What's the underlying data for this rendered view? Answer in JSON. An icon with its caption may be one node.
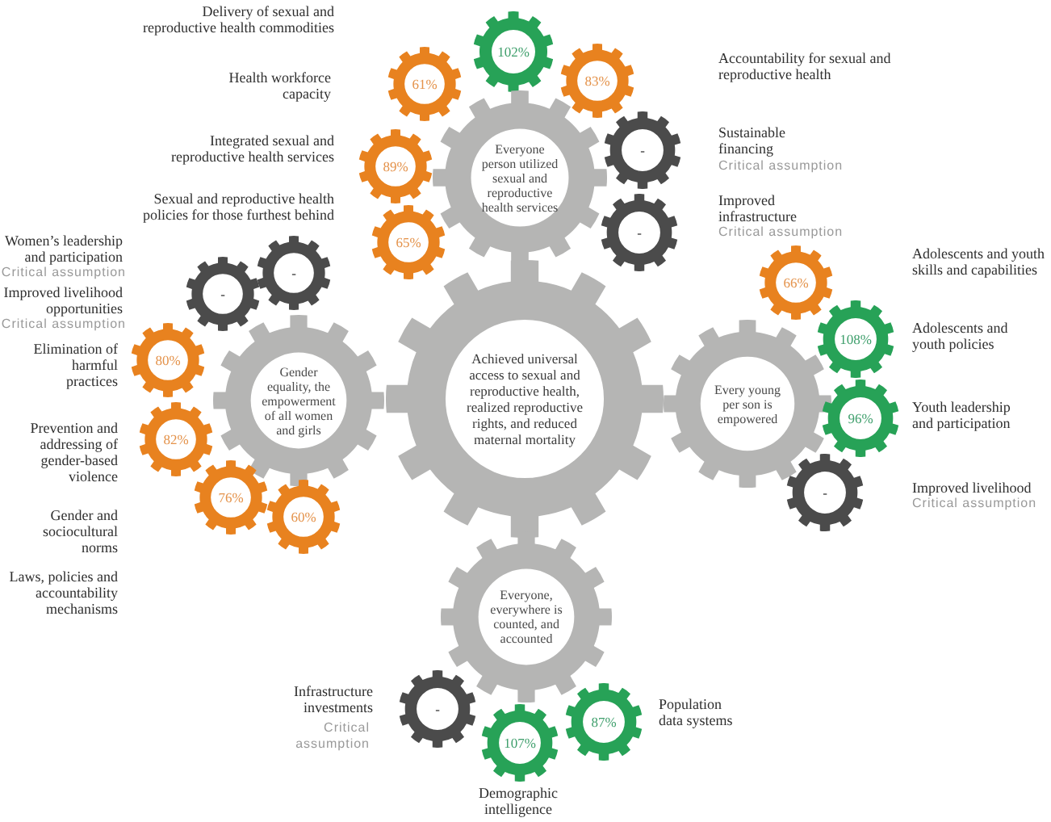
{
  "diagram": {
    "nodes": [
      {
        "text": [
          "102%"
        ]
      },
      {
        "text": [
          "61%"
        ]
      },
      {
        "text": [
          "83%"
        ]
      },
      {
        "text": [
          "Everyone person utilized sexual and reproductive health services"
        ]
      },
      {
        "text": [
          "89%"
        ]
      },
      {
        "text": [
          "-"
        ]
      },
      {
        "text": [
          "-"
        ]
      },
      {
        "text": [
          "65%"
        ]
      },
      {
        "text": [
          "-"
        ]
      },
      {
        "text": [
          "-"
        ]
      },
      {
        "text": [
          "66%"
        ]
      },
      {
        "text": [
          "108%"
        ]
      },
      {
        "text": [
          "80%"
        ]
      },
      {
        "text": [
          "Gender equality, the empowerment of all women and girls"
        ]
      },
      {
        "text": [
          "Achieved universal access to sexual and reproductive health, realized reproductive rights, and reduced maternal mortality"
        ]
      },
      {
        "text": [
          "Every young per son is empowered"
        ]
      },
      {
        "text": [
          "96%"
        ]
      },
      {
        "text": [
          "82%"
        ]
      },
      {
        "text": [
          "-"
        ]
      },
      {
        "text": [
          "76%"
        ]
      },
      {
        "text": [
          "60%"
        ]
      },
      {
        "text": [
          "Everyone, everywhere is counted, and accounted"
        ]
      },
      {
        "text": [
          "-"
        ]
      },
      {
        "text": [
          "87%"
        ]
      },
      {
        "text": [
          "107%"
        ]
      }
    ],
    "labels": [
      "Delivery of sexual and reproductive health commodities",
      "Accountability for sexual and reproductive health",
      "Health workforce capacity",
      "Sustainable financing",
      "Critical assumption",
      "Integrated sexual and reproductive health services",
      "Sexual and reproductive health policies for those furthest behind",
      "Improved infrastructure",
      "Critical assumption",
      "Women’s leadership and participation",
      "Critical assumption",
      "Adolescents and youth skills and capabilities",
      "Improved livelihood opportunities",
      "Critical assumption",
      "Elimination of harmful practices",
      "Adolescents and youth policies",
      "Youth leadership and participation",
      "Prevention and addressing of gender-based violence",
      "Improved livelihood",
      "Critical assumption",
      "Gender and sociocultural norms",
      "Laws, policies and accountability mechanisms",
      "Infrastructure investments",
      "Population data systems",
      "Critical assumption",
      "Demographic intelligence"
    ]
  }
}
